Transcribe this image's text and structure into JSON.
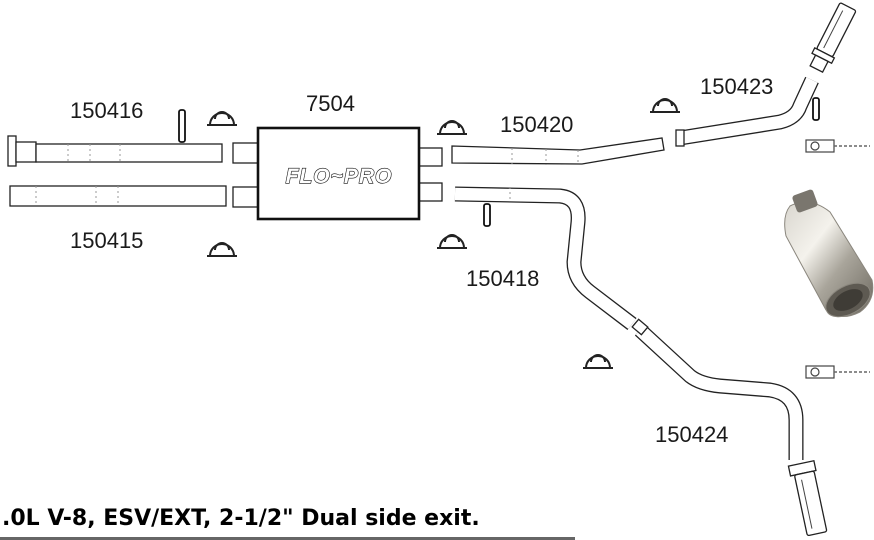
{
  "diagram": {
    "muffler": {
      "part_number": "7504",
      "brand": "FLO~PRO"
    },
    "parts": {
      "p150416": "150416",
      "p150415": "150415",
      "p150420": "150420",
      "p150423": "150423",
      "p150418": "150418",
      "p150424": "150424"
    },
    "caption": {
      "line1": ".0L V-8, ESV/EXT, 2-1/2\" Dual side exit."
    }
  }
}
